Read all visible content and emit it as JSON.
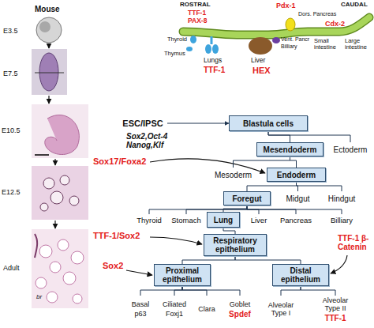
{
  "diagram": {
    "nodes": [
      {
        "text": [
          "ESC/IPSC"
        ]
      },
      {
        "text": [
          "Blastula cells"
        ]
      },
      {
        "text": [
          "Mesendoderm"
        ]
      },
      {
        "text": [
          "Ectoderm"
        ]
      },
      {
        "text": [
          "Mesoderm"
        ]
      },
      {
        "text": [
          "Endoderm"
        ]
      },
      {
        "text": [
          "Foregut"
        ]
      },
      {
        "text": [
          "Midgut"
        ]
      },
      {
        "text": [
          "Hindgut"
        ]
      },
      {
        "text": [
          "Thyroid"
        ]
      },
      {
        "text": [
          "Stomach"
        ]
      },
      {
        "text": [
          "Lung"
        ]
      },
      {
        "text": [
          "Liver"
        ]
      },
      {
        "text": [
          "Pancreas"
        ]
      },
      {
        "text": [
          "Billiary"
        ]
      },
      {
        "text": [
          "Respiratory epithelium"
        ]
      },
      {
        "text": [
          "Proximal epithelium"
        ]
      },
      {
        "text": [
          "Distal epithelium"
        ]
      },
      {
        "text": [
          "Basal",
          "p63"
        ]
      },
      {
        "text": [
          "Ciliated",
          "Foxj1"
        ]
      },
      {
        "text": [
          "Clara"
        ]
      },
      {
        "text": [
          "Goblet",
          "Spdef"
        ]
      },
      {
        "text": [
          "Alveolar Type I"
        ]
      },
      {
        "text": [
          "Alveolar Type II",
          "TTF-1"
        ]
      }
    ],
    "edges": [
      {
        "from": 0,
        "to": 1,
        "arrow": "to"
      },
      {
        "from": 1,
        "to": 2,
        "arrow": "none"
      },
      {
        "from": 1,
        "to": 3,
        "arrow": "none"
      },
      {
        "from": 2,
        "to": 4,
        "arrow": "none"
      },
      {
        "from": 2,
        "to": 5,
        "arrow": "none"
      },
      {
        "from": 5,
        "to": 6,
        "arrow": "none"
      },
      {
        "from": 5,
        "to": 7,
        "arrow": "none"
      },
      {
        "from": 5,
        "to": 8,
        "arrow": "none"
      },
      {
        "from": 6,
        "to": 9,
        "arrow": "none"
      },
      {
        "from": 6,
        "to": 10,
        "arrow": "none"
      },
      {
        "from": 6,
        "to": 11,
        "arrow": "none"
      },
      {
        "from": 6,
        "to": 12,
        "arrow": "none"
      },
      {
        "from": 6,
        "to": 13,
        "arrow": "none"
      },
      {
        "from": 6,
        "to": 14,
        "arrow": "none"
      },
      {
        "from": 11,
        "to": 15,
        "arrow": "none"
      },
      {
        "from": 15,
        "to": 16,
        "arrow": "none"
      },
      {
        "from": 15,
        "to": 17,
        "arrow": "none"
      },
      {
        "from": 16,
        "to": 18,
        "arrow": "none"
      },
      {
        "from": 16,
        "to": 19,
        "arrow": "none"
      },
      {
        "from": 16,
        "to": 20,
        "arrow": "none"
      },
      {
        "from": 16,
        "to": 21,
        "arrow": "none"
      },
      {
        "from": 17,
        "to": 22,
        "arrow": "none"
      },
      {
        "from": 17,
        "to": 23,
        "arrow": "none"
      }
    ],
    "labels": [
      "Mouse",
      "E3.5",
      "E7.5",
      "E10.5",
      "E12.5",
      "Adult",
      "br",
      "ROSTRAL",
      "TTF-1",
      "PAX-8",
      "Thyroid",
      "Thymus",
      "Lungs",
      "TTF-1",
      "Pdx-1",
      "Dors. Pancreas",
      "Vent. Pancr",
      "Billiary",
      "Liver",
      "HEX",
      "CAUDAL",
      "Cdx-2",
      "Small intestine",
      "Large intestine",
      "Sox2,Oct-4 Nanog,Klf",
      "Sox17/Foxa2",
      "TTF-1/Sox2",
      "Sox2",
      "TTF-1 β-Catenin"
    ]
  }
}
